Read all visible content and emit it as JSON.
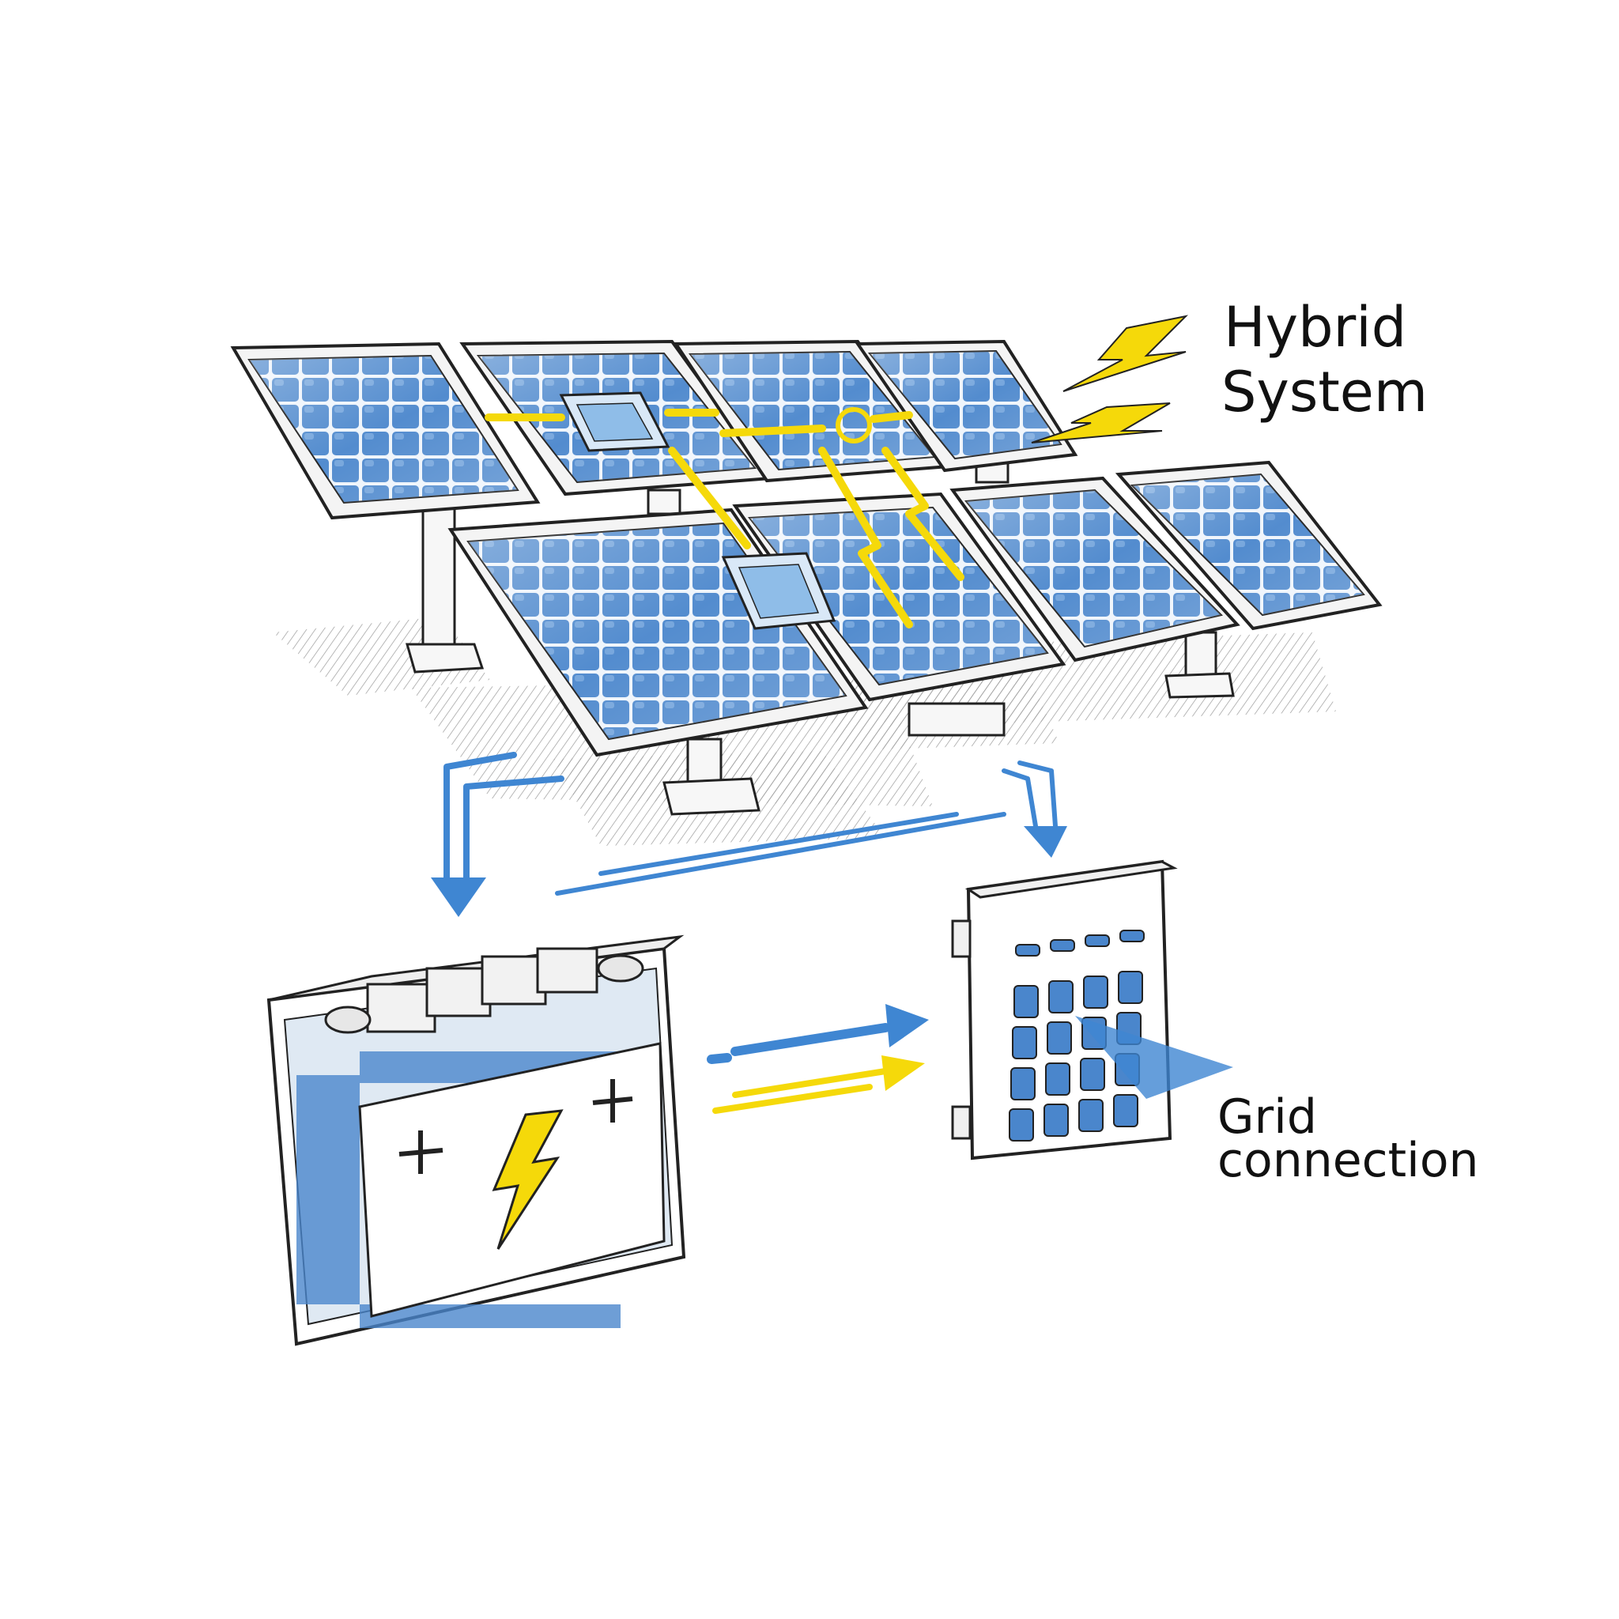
{
  "labels": {
    "hybrid_line1": "Hybrid",
    "hybrid_line2": "System",
    "grid_line1": "Grid",
    "grid_line2": "connection"
  },
  "colors": {
    "panel_blue": "#4a86cc",
    "panel_dark": "#2f6bb5",
    "energy_yellow": "#f5d90a",
    "flow_blue": "#3f86d2",
    "outline": "#222222",
    "hatch": "#9a9a9a"
  },
  "icons": {
    "lightning": "lightning-icon",
    "plus": "plus-icon"
  }
}
